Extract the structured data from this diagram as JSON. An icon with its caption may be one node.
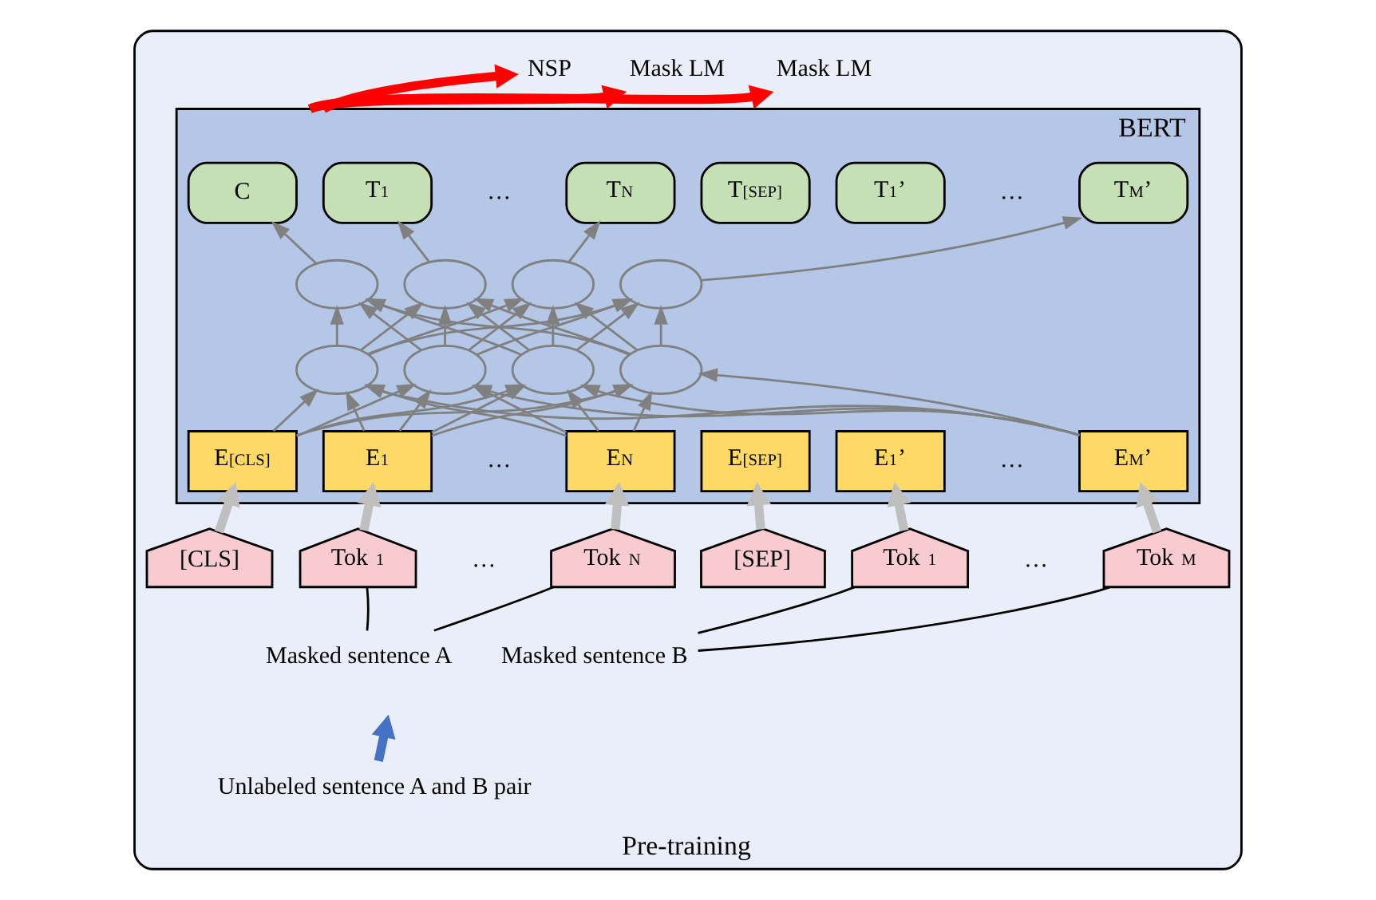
{
  "diagram": {
    "nodes": [
      {
        "text": [
          "Pre-training"
        ]
      },
      {
        "text": [
          "BERT"
        ],
        "in": 0
      },
      {
        "text": [
          "C"
        ],
        "in": 1
      },
      {
        "text": [
          "T$_{1}$"
        ],
        "in": 1
      },
      {
        "text": [
          "T$_{N}$"
        ],
        "in": 1
      },
      {
        "text": [
          "T$_{[SEP]}$"
        ],
        "in": 1
      },
      {
        "text": [
          "T$_{1}$’"
        ],
        "in": 1
      },
      {
        "text": [
          "T$_{M}$’"
        ],
        "in": 1
      },
      {
        "text": [],
        "shape": "ellipse",
        "in": 1
      },
      {
        "text": [],
        "shape": "ellipse",
        "in": 1
      },
      {
        "text": [],
        "shape": "ellipse",
        "in": 1
      },
      {
        "text": [],
        "shape": "ellipse",
        "in": 1
      },
      {
        "text": [],
        "shape": "ellipse",
        "in": 1
      },
      {
        "text": [],
        "shape": "ellipse",
        "in": 1
      },
      {
        "text": [],
        "shape": "ellipse",
        "in": 1
      },
      {
        "text": [],
        "shape": "ellipse",
        "in": 1
      },
      {
        "text": [
          "E$_{[CLS]}$"
        ],
        "in": 1
      },
      {
        "text": [
          "E$_{1}$"
        ],
        "in": 1
      },
      {
        "text": [
          "E$_{N}$"
        ],
        "in": 1
      },
      {
        "text": [
          "E$_{[SEP]}$"
        ],
        "in": 1
      },
      {
        "text": [
          "E$_{1}$’"
        ],
        "in": 1
      },
      {
        "text": [
          "E$_{M}$’"
        ],
        "in": 1
      },
      {
        "text": [
          "[CLS]"
        ],
        "in": 0
      },
      {
        "text": [
          "Tok $_{1}$"
        ],
        "in": 0
      },
      {
        "text": [
          "Tok $_{N}$"
        ],
        "in": 0
      },
      {
        "text": [
          "[SEP]"
        ],
        "in": 0
      },
      {
        "text": [
          "Tok $_{1}$"
        ],
        "in": 0
      },
      {
        "text": [
          "Tok $_{M}$"
        ],
        "in": 0
      },
      {
        "text": [
          "Masked sentence A"
        ],
        "in": 0
      },
      {
        "text": [
          "Masked sentence B"
        ],
        "in": 0
      },
      {
        "text": [
          "Unlabeled sentence A and B pair"
        ],
        "in": 0
      },
      {
        "text": [
          "NSP"
        ],
        "in": 0
      },
      {
        "text": [
          "Mask LM"
        ],
        "in": 0
      },
      {
        "text": [
          "Mask LM"
        ],
        "in": 0
      }
    ],
    "edges": [
      {
        "from": 22,
        "to": 16,
        "arrow": "to",
        "style": "thick",
        "color": "#bfbfbf"
      },
      {
        "from": 23,
        "to": 17,
        "arrow": "to",
        "style": "thick",
        "color": "#bfbfbf"
      },
      {
        "from": 24,
        "to": 18,
        "arrow": "to",
        "style": "thick",
        "color": "#bfbfbf"
      },
      {
        "from": 25,
        "to": 19,
        "arrow": "to",
        "style": "thick",
        "color": "#bfbfbf"
      },
      {
        "from": 26,
        "to": 20,
        "arrow": "to",
        "style": "thick",
        "color": "#bfbfbf"
      },
      {
        "from": 27,
        "to": 21,
        "arrow": "to",
        "style": "thick",
        "color": "#bfbfbf"
      },
      {
        "from": 16,
        "to": 12,
        "arrow": "to"
      },
      {
        "from": 16,
        "to": 13,
        "arrow": "to"
      },
      {
        "from": 16,
        "to": 14,
        "arrow": "to"
      },
      {
        "from": 16,
        "to": 15,
        "arrow": "to"
      },
      {
        "from": 17,
        "to": 12,
        "arrow": "to"
      },
      {
        "from": 17,
        "to": 13,
        "arrow": "to"
      },
      {
        "from": 17,
        "to": 14,
        "arrow": "to"
      },
      {
        "from": 17,
        "to": 15,
        "arrow": "to"
      },
      {
        "from": 18,
        "to": 12,
        "arrow": "to"
      },
      {
        "from": 18,
        "to": 13,
        "arrow": "to"
      },
      {
        "from": 18,
        "to": 14,
        "arrow": "to"
      },
      {
        "from": 18,
        "to": 15,
        "arrow": "to"
      },
      {
        "from": 21,
        "to": 12,
        "arrow": "to"
      },
      {
        "from": 21,
        "to": 13,
        "arrow": "to"
      },
      {
        "from": 21,
        "to": 14,
        "arrow": "to"
      },
      {
        "from": 21,
        "to": 15,
        "arrow": "to"
      },
      {
        "from": 12,
        "to": 8,
        "arrow": "to"
      },
      {
        "from": 12,
        "to": 9,
        "arrow": "to"
      },
      {
        "from": 12,
        "to": 10,
        "arrow": "to"
      },
      {
        "from": 12,
        "to": 11,
        "arrow": "to"
      },
      {
        "from": 13,
        "to": 8,
        "arrow": "to"
      },
      {
        "from": 13,
        "to": 9,
        "arrow": "to"
      },
      {
        "from": 13,
        "to": 10,
        "arrow": "to"
      },
      {
        "from": 13,
        "to": 11,
        "arrow": "to"
      },
      {
        "from": 14,
        "to": 8,
        "arrow": "to"
      },
      {
        "from": 14,
        "to": 9,
        "arrow": "to"
      },
      {
        "from": 14,
        "to": 10,
        "arrow": "to"
      },
      {
        "from": 14,
        "to": 11,
        "arrow": "to"
      },
      {
        "from": 15,
        "to": 8,
        "arrow": "to"
      },
      {
        "from": 15,
        "to": 9,
        "arrow": "to"
      },
      {
        "from": 15,
        "to": 10,
        "arrow": "to"
      },
      {
        "from": 15,
        "to": 11,
        "arrow": "to"
      },
      {
        "from": 8,
        "to": 2,
        "arrow": "to"
      },
      {
        "from": 9,
        "to": 3,
        "arrow": "to"
      },
      {
        "from": 10,
        "to": 4,
        "arrow": "to"
      },
      {
        "from": 11,
        "to": 7,
        "arrow": "to"
      },
      {
        "from": 1,
        "to": 31,
        "arrow": "to",
        "style": "thick",
        "color": "#ff0000"
      },
      {
        "from": 1,
        "to": 32,
        "arrow": "to",
        "style": "thick",
        "color": "#ff0000"
      },
      {
        "from": 1,
        "to": 33,
        "arrow": "to",
        "style": "thick",
        "color": "#ff0000"
      },
      {
        "from": 23,
        "to": 28,
        "arrow": "none",
        "color": "#000000"
      },
      {
        "from": 24,
        "to": 28,
        "arrow": "none",
        "color": "#000000"
      },
      {
        "from": 26,
        "to": 29,
        "arrow": "none",
        "color": "#000000"
      },
      {
        "from": 27,
        "to": 29,
        "arrow": "none",
        "color": "#000000"
      },
      {
        "from": 30,
        "to": null,
        "arrow": "to",
        "style": "thick",
        "color": "#4472c4"
      }
    ],
    "labels": [
      "…",
      "…",
      "…",
      "…",
      "…",
      "…"
    ]
  }
}
